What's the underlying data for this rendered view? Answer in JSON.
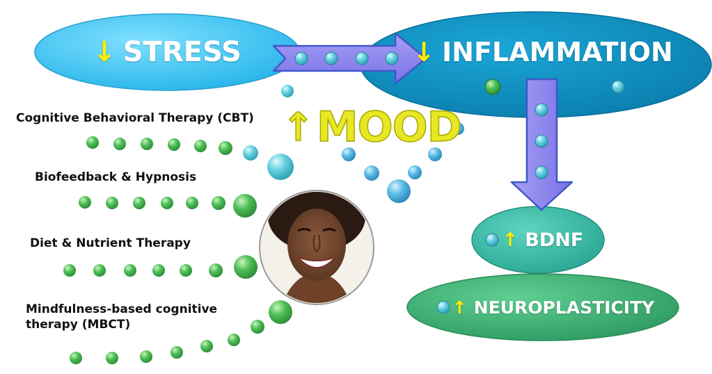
{
  "nodes": {
    "stress": {
      "arrow": "↓",
      "label": "STRESS"
    },
    "inflammation": {
      "arrow": "↓",
      "label": "INFLAMMATION"
    },
    "bdnf": {
      "arrow": "↑",
      "label": "BDNF"
    },
    "neuroplasticity": {
      "arrow": "↑",
      "label": "NEUROPLASTICITY"
    }
  },
  "mood": {
    "arrow": "↑",
    "label": "MOOD"
  },
  "therapies": [
    {
      "label": "Cognitive Behavioral Therapy (CBT)"
    },
    {
      "label": "Biofeedback & Hypnosis"
    },
    {
      "label": "Diet & Nutrient Therapy"
    },
    {
      "label": "Mindfulness-based cognitive therapy (MBCT)"
    }
  ],
  "colors": {
    "stress_oval": "#39c6f4",
    "inflammation_oval": "#0e93c2",
    "bdnf_oval": "#35bca6",
    "neuroplasticity_oval": "#3fb47a",
    "arrow_fill": "#8b84ee",
    "arrow_stroke": "#3f57c9",
    "green_bead": "#3ca84a",
    "blue_bead": "#3e9fd2",
    "mood_text": "#e7e723",
    "down_up_arrow": "#ffee00"
  },
  "icons": {
    "portrait": "smiling-woman-photo-icon"
  }
}
